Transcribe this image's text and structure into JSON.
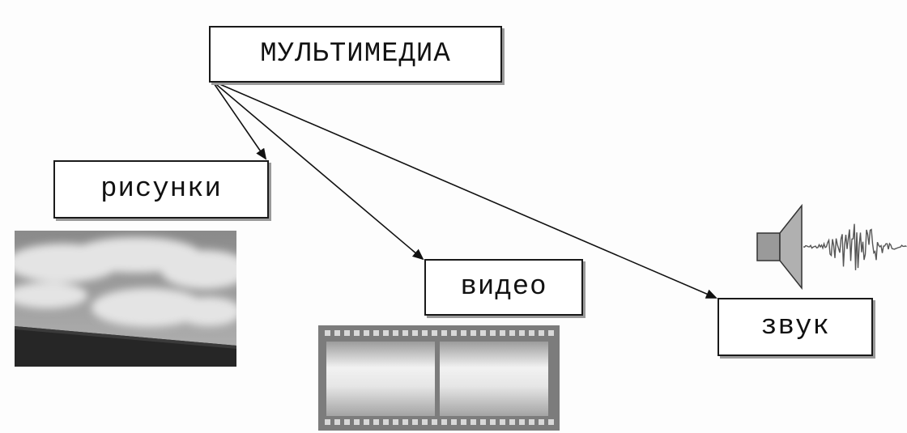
{
  "diagram": {
    "root": {
      "label": "МУЛЬТИМЕДИА"
    },
    "nodes": [
      {
        "id": "pictures",
        "label": "рисунки",
        "icon": "cloud-sky-photo-icon"
      },
      {
        "id": "video",
        "label": "видео",
        "icon": "film-strip-icon"
      },
      {
        "id": "sound",
        "label": "звук",
        "icon": "speaker-waveform-icon"
      }
    ],
    "edges": [
      {
        "from": "root",
        "to": "pictures"
      },
      {
        "from": "root",
        "to": "video"
      },
      {
        "from": "root",
        "to": "sound"
      }
    ]
  }
}
